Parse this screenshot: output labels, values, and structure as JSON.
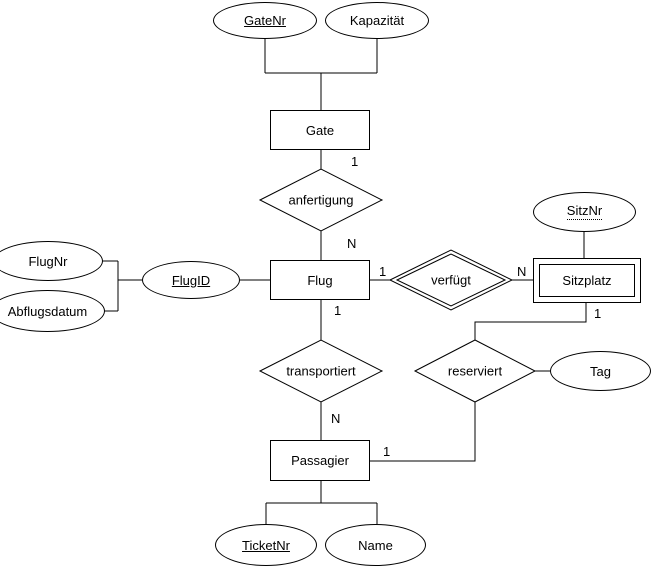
{
  "er": {
    "entities": {
      "gate": "Gate",
      "flug": "Flug",
      "sitzplatz": "Sitzplatz",
      "passagier": "Passagier"
    },
    "weak_entities": [
      "Sitzplatz"
    ],
    "relationships": {
      "anfertigung": "anfertigung",
      "verfuegt": "verfügt",
      "transportiert": "transportiert",
      "reserviert": "reserviert"
    },
    "weak_relationships": [
      "verfügt"
    ],
    "attributes": {
      "gatenr": "GateNr",
      "kapazitaet": "Kapazität",
      "flugnr": "FlugNr",
      "abflugsdatum": "Abflugsdatum",
      "flugid": "FlugID",
      "sitznr": "SitzNr",
      "tag": "Tag",
      "ticketnr": "TicketNr",
      "name": "Name"
    },
    "key_attributes": {
      "primary_underlined": [
        "GateNr",
        "FlugID",
        "TicketNr"
      ],
      "partial_dotted_underlined": [
        "SitzNr"
      ]
    },
    "cardinalities": {
      "gate_anfertigung": "1",
      "anfertigung_flug": "N",
      "flug_verfuegt": "1",
      "verfuegt_sitzplatz": "N",
      "flug_transportiert": "1",
      "sitzplatz_reserviert": "1",
      "transportiert_passagier": "N",
      "passagier_reserviert": "1"
    },
    "colors": {
      "stroke": "#000000",
      "fill": "#ffffff",
      "text": "#000000"
    }
  }
}
